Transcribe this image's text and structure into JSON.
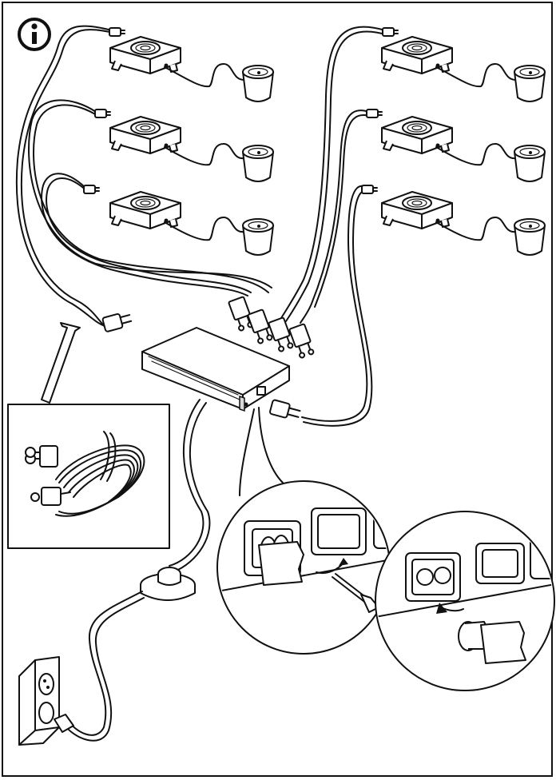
{
  "info_badge": {
    "glyph": "i"
  },
  "colors": {
    "line": "#111111",
    "background": "#ffffff",
    "shade": "#d9d9d9"
  },
  "components": {
    "driver_units": 6,
    "spotlights": 6,
    "extension_cables": 4,
    "power_unit": 1,
    "dimmer_switch": 1
  },
  "icons": [
    "info-icon",
    "arrow-up-icon",
    "wall-outlet-icon",
    "power-cord-icon",
    "dimmer-switch-icon",
    "power-unit-icon",
    "zoom-socket-icon"
  ]
}
